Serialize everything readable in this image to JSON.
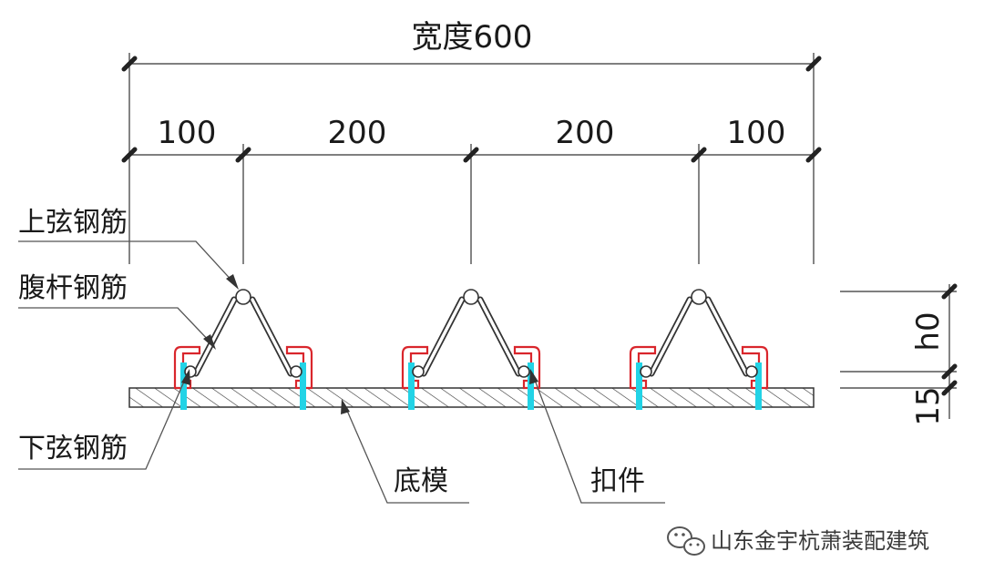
{
  "dimensions": {
    "overall": "宽度600",
    "seg1": "100",
    "seg2": "200",
    "seg3": "200",
    "seg4": "100",
    "height": "h0",
    "base": "15"
  },
  "labels": {
    "top_chord": "上弦钢筋",
    "web_bar": "腹杆钢筋",
    "bottom_chord": "下弦钢筋",
    "base_form": "底模",
    "clip": "扣件"
  },
  "watermark": {
    "text": "山东金宇杭萧装配建筑"
  },
  "colors": {
    "clip": "#d9262c",
    "bolt": "#22d3e6"
  }
}
